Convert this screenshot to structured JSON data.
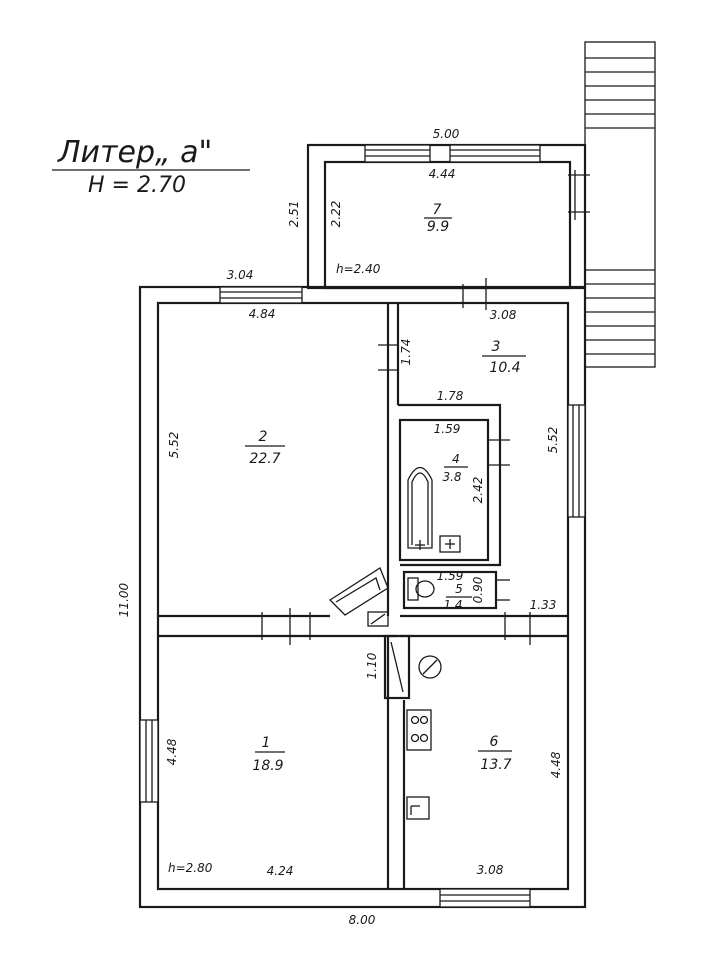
{
  "title": "Литер„ а\"",
  "title_height": "H = 2.70",
  "rooms": [
    {
      "number": "1",
      "area": "18.9"
    },
    {
      "number": "2",
      "area": "22.7"
    },
    {
      "number": "3",
      "area": "10.4"
    },
    {
      "number": "4",
      "area": "3.8"
    },
    {
      "number": "5",
      "area": "1.4"
    },
    {
      "number": "6",
      "area": "13.7"
    },
    {
      "number": "7",
      "area": "9.9"
    }
  ],
  "dimensions": {
    "overall_width": "8.00",
    "overall_height": "11.00",
    "annex_outer_width": "5.00",
    "annex_inner_width": "4.44",
    "annex_outer_height": "2.51",
    "annex_inner_height": "2.22",
    "annex_ceiling": "h=2.40",
    "top_left_outer": "3.04",
    "room2_width": "4.84",
    "room2_height": "5.52",
    "room3_width": "3.08",
    "room3_door_wall": "1.74",
    "room3_height": "5.52",
    "room3_lower_width": "1.78",
    "room4_width": "1.59",
    "room4_height": "2.42",
    "room5_width": "1.59",
    "room5_height": "0.90",
    "corridor_width": "1.33",
    "pantry_height": "1.10",
    "room1_height": "4.48",
    "room1_width": "4.24",
    "room1_ceiling": "h=2.80",
    "room6_height": "4.48",
    "room6_width": "3.08"
  }
}
